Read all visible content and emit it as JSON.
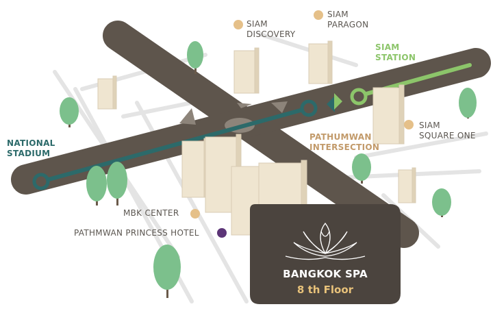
{
  "colors": {
    "road": "#5e554c",
    "line_green": "#8cc56a",
    "line_teal": "#2c6a6a",
    "building": "#efe5d0",
    "tree": "#7cc08c",
    "dot_tan": "#e5c089",
    "dot_purple": "#5c3577",
    "card_bg": "#4b443e",
    "junction": "#c29a6a"
  },
  "stations": [
    {
      "id": "siam-station",
      "lines": [
        "SIAM",
        "STATION"
      ],
      "color": "#8cc56a"
    },
    {
      "id": "national-stadium",
      "lines": [
        "NATIONAL",
        "STADIUM"
      ],
      "color": "#2c6a6a"
    }
  ],
  "junction": {
    "lines": [
      "PATHUMWAN",
      "INTERSECTION"
    ]
  },
  "pois": [
    {
      "id": "siam-discovery",
      "lines": [
        "SIAM",
        "DISCOVERY"
      ],
      "dot": "tan"
    },
    {
      "id": "siam-paragon",
      "lines": [
        "SIAM",
        "PARAGON"
      ],
      "dot": "tan"
    },
    {
      "id": "siam-square-one",
      "lines": [
        "SIAM",
        "SQUARE ONE"
      ],
      "dot": "tan"
    },
    {
      "id": "mbk-center",
      "lines": [
        "MBK CENTER"
      ],
      "dot": "tan"
    },
    {
      "id": "pathmwan-princess-hotel",
      "lines": [
        "PATHMWAN PRINCESS HOTEL"
      ],
      "dot": "purple"
    }
  ],
  "destination": {
    "logo": "lotus-logo",
    "name": "BANGKOK SPA",
    "floor": "8 th Floor",
    "floor_color": "#e8c27a"
  }
}
